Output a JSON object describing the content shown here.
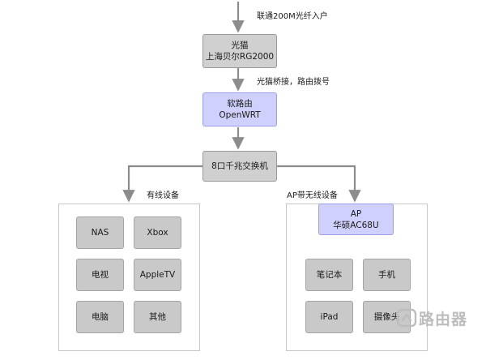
{
  "edge_labels": {
    "fiber_in": "联通200M光纤入户",
    "bridge": "光猫桥接，路由拨号",
    "wired": "有线设备",
    "wireless": "AP带无线设备"
  },
  "nodes": {
    "modem": {
      "line1": "光猫",
      "line2": "上海贝尔RG2000"
    },
    "router": {
      "line1": "软路由",
      "line2": "OpenWRT"
    },
    "switch": {
      "label": "8口千兆交换机"
    },
    "ap": {
      "line1": "AP",
      "line2": "华硕AC68U"
    }
  },
  "wired_devices": [
    "NAS",
    "Xbox",
    "电视",
    "AppleTV",
    "电脑",
    "其他"
  ],
  "wireless_devices": [
    "笔记本",
    "手机",
    "iPad",
    "摄像头"
  ],
  "watermark": {
    "text": "路由器",
    "icon": "router-logo-icon"
  },
  "colors": {
    "gray_node": "#d0d0d0",
    "purple_node": "#cfd0fb",
    "leaf_node": "#c9c9c9",
    "arrow": "#8c8c8c"
  }
}
